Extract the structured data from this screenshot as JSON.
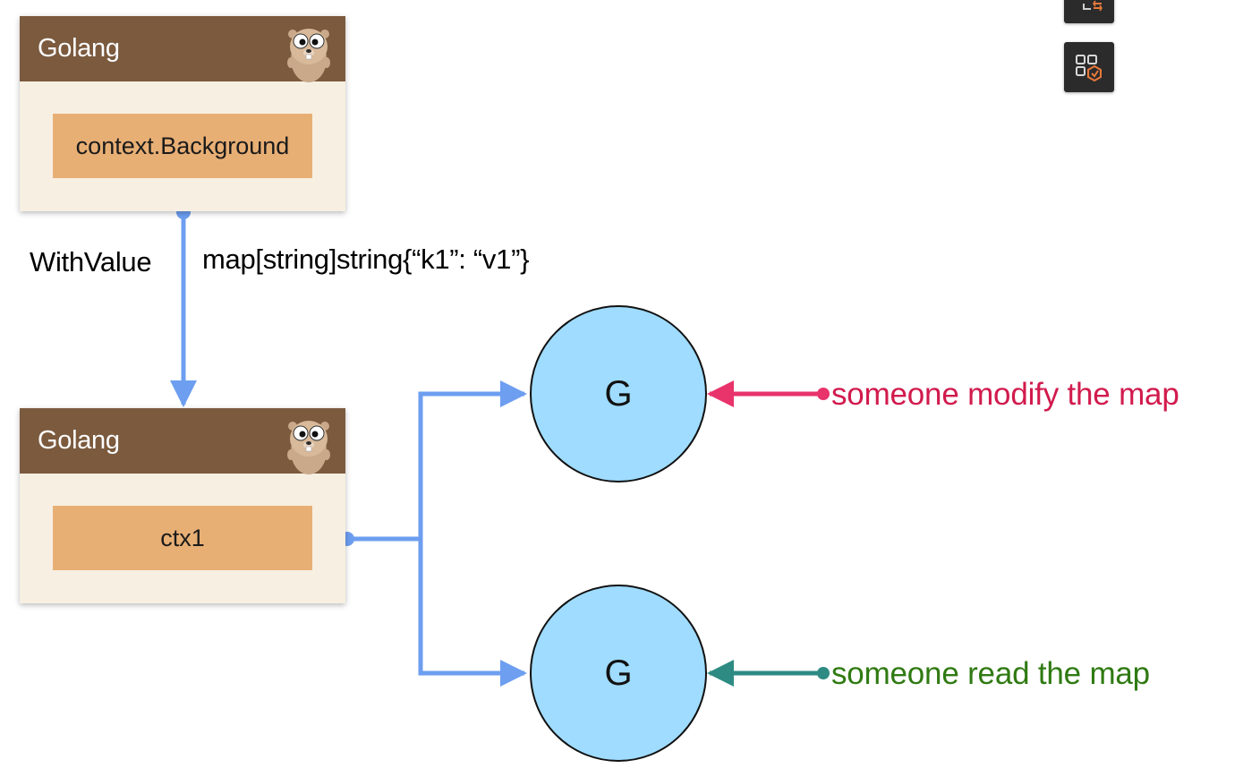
{
  "cards": [
    {
      "title": "Golang",
      "content": "context.Background"
    },
    {
      "title": "Golang",
      "content": "ctx1"
    }
  ],
  "edge_labels": {
    "operation": "WithValue",
    "value": "map[string]string{“k1”: “v1”}"
  },
  "goroutines": [
    {
      "label": "G"
    },
    {
      "label": "G"
    }
  ],
  "notes": {
    "modify": "someone modify the map",
    "read": "someone read the map"
  },
  "colors": {
    "card_header": "#7b5a3e",
    "card_body": "#f7efe2",
    "ctx_box": "#e8af75",
    "connector": "#6d9ef0",
    "goroutine_fill": "#9fdcff",
    "modify_arrow": "#e8336b",
    "modify_text": "#d11b4d",
    "read_arrow": "#2e8b83",
    "read_text": "#2f7a12",
    "toolbar": "#2b2b2b"
  },
  "icons": [
    "gopher-icon",
    "toolbar-diff-icon",
    "toolbar-components-icon"
  ]
}
